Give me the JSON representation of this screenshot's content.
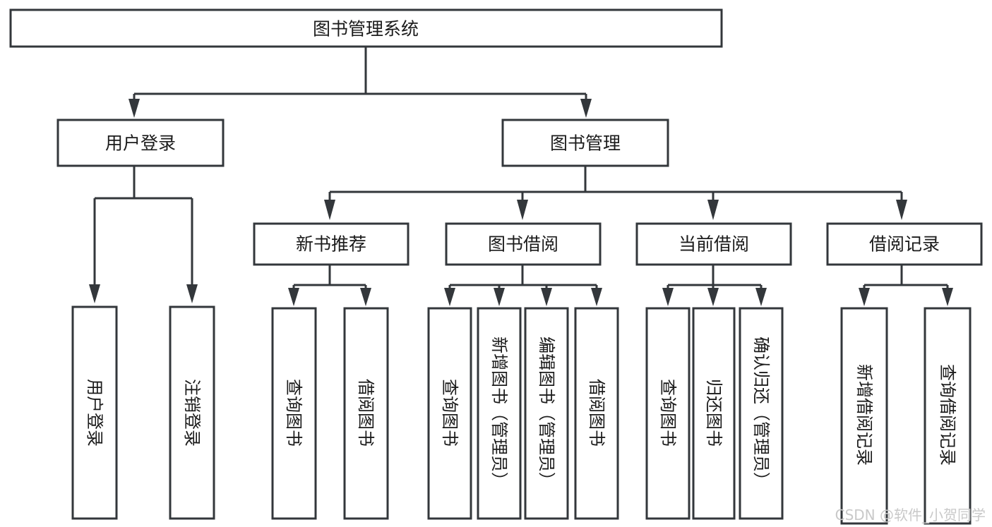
{
  "diagram": {
    "title": "图书管理系统",
    "type": "tree",
    "orientation": "top-down",
    "colors": {
      "box_stroke": "#33373b",
      "box_fill": "#ffffff",
      "text": "#1b1b1b",
      "background": "#ffffff",
      "watermark": "#c9c9c9"
    },
    "watermark": "CSDN @软件_小贺同学",
    "levels": [
      {
        "level": 0,
        "nodes": [
          {
            "id": "root",
            "label": "图书管理系统",
            "orientation": "horizontal"
          }
        ]
      },
      {
        "level": 1,
        "nodes": [
          {
            "id": "user-login",
            "label": "用户登录",
            "orientation": "horizontal",
            "parent": "root"
          },
          {
            "id": "book-manage",
            "label": "图书管理",
            "orientation": "horizontal",
            "parent": "root"
          }
        ]
      },
      {
        "level": 2,
        "nodes": [
          {
            "id": "new-book-rec",
            "label": "新书推荐",
            "orientation": "horizontal",
            "parent": "book-manage"
          },
          {
            "id": "book-borrow",
            "label": "图书借阅",
            "orientation": "horizontal",
            "parent": "book-manage"
          },
          {
            "id": "current-borrow",
            "label": "当前借阅",
            "orientation": "horizontal",
            "parent": "book-manage"
          },
          {
            "id": "borrow-record",
            "label": "借阅记录",
            "orientation": "horizontal",
            "parent": "book-manage"
          }
        ]
      },
      {
        "level": 3,
        "nodes": [
          {
            "id": "leaf-user-login",
            "label": "用户登录",
            "orientation": "vertical",
            "parent": "user-login"
          },
          {
            "id": "leaf-logout",
            "label": "注销登录",
            "orientation": "vertical",
            "parent": "user-login"
          },
          {
            "id": "leaf-query-book-1",
            "label": "查询图书",
            "orientation": "vertical",
            "parent": "new-book-rec"
          },
          {
            "id": "leaf-borrow-book-1",
            "label": "借阅图书",
            "orientation": "vertical",
            "parent": "new-book-rec"
          },
          {
            "id": "leaf-query-book-2",
            "label": "查询图书",
            "orientation": "vertical",
            "parent": "book-borrow"
          },
          {
            "id": "leaf-add-book",
            "label": "新增图书（管理员）",
            "orientation": "vertical",
            "parent": "book-borrow"
          },
          {
            "id": "leaf-edit-book",
            "label": "编辑图书（管理员）",
            "orientation": "vertical",
            "parent": "book-borrow"
          },
          {
            "id": "leaf-borrow-book-2",
            "label": "借阅图书",
            "orientation": "vertical",
            "parent": "book-borrow"
          },
          {
            "id": "leaf-query-book-3",
            "label": "查询图书",
            "orientation": "vertical",
            "parent": "current-borrow"
          },
          {
            "id": "leaf-return-book",
            "label": "归还图书",
            "orientation": "vertical",
            "parent": "current-borrow"
          },
          {
            "id": "leaf-confirm-return",
            "label": "确认归还（管理员）",
            "orientation": "vertical",
            "parent": "current-borrow"
          },
          {
            "id": "leaf-add-record",
            "label": "新增借阅记录",
            "orientation": "vertical",
            "parent": "borrow-record"
          },
          {
            "id": "leaf-query-record",
            "label": "查询借阅记录",
            "orientation": "vertical",
            "parent": "borrow-record"
          }
        ]
      }
    ]
  }
}
